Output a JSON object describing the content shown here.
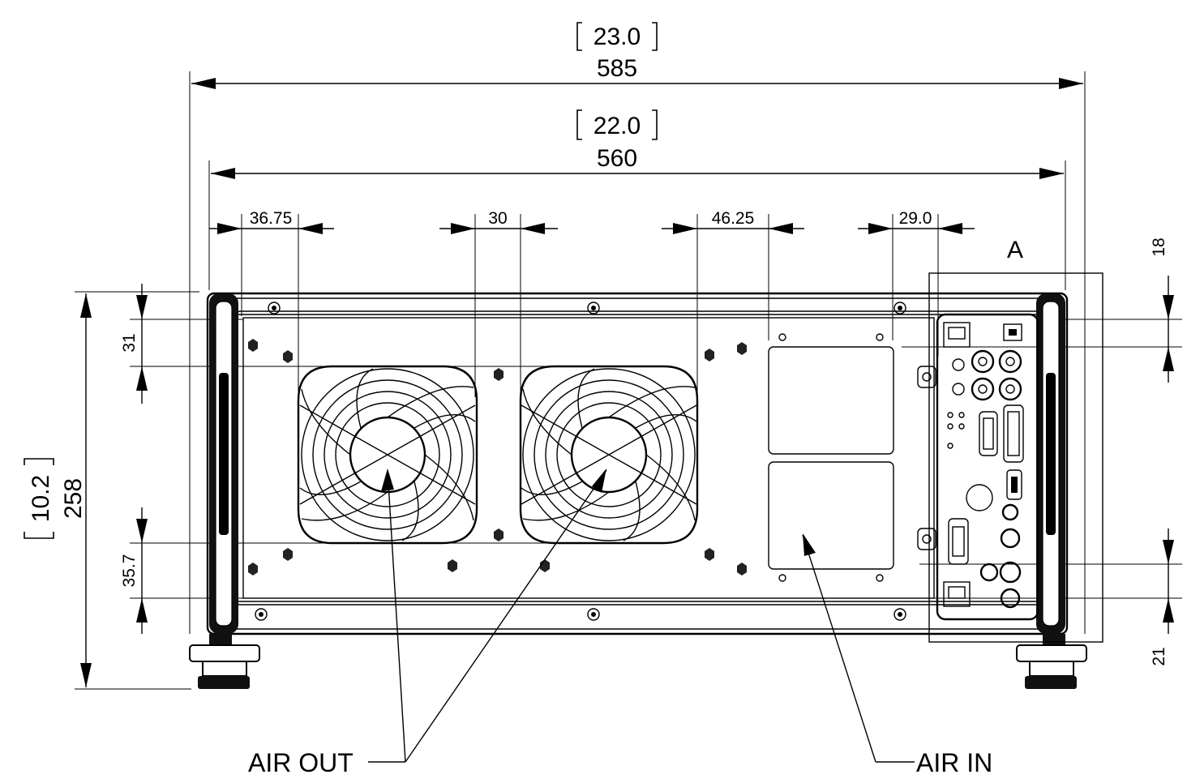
{
  "dimensions": {
    "overall_width_in": "23.0",
    "overall_width_mm": "585",
    "body_width_in": "22.0",
    "body_width_mm": "560",
    "height_in": "10.2",
    "height_mm": "258",
    "offset_1": "36.75",
    "fan_gap": "30",
    "offset_2": "46.25",
    "offset_3": "29.0",
    "top_offset": "18",
    "left_top_offset": "31",
    "left_bottom_offset": "35.7",
    "bottom_offset": "21"
  },
  "labels": {
    "detail_a": "A",
    "air_out": "AIR OUT",
    "air_in": "AIR IN"
  }
}
